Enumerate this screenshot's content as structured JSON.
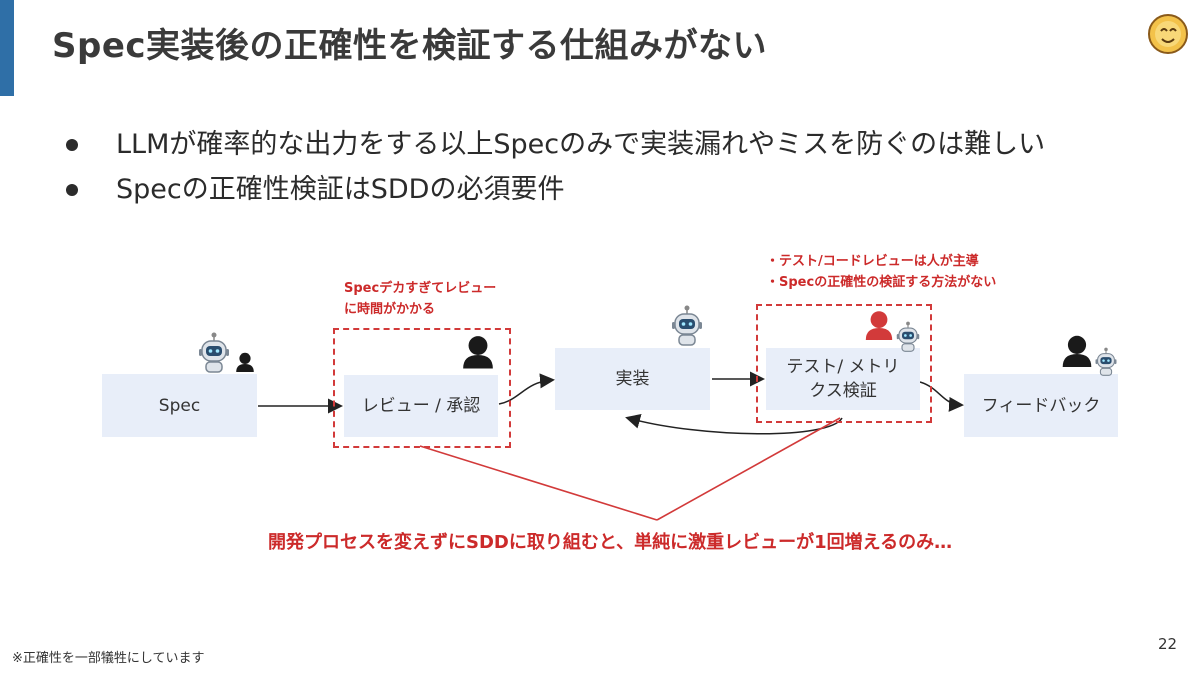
{
  "slide": {
    "title": "Spec実装後の正確性を検証する仕組みがない",
    "bullets": [
      "LLMが確率的な出力をする以上Specのみで実装漏れやミスを防ぐのは難しい",
      "Specの正確性検証はSDDの必須要件"
    ],
    "footnote": "※正確性を一部犠牲にしています",
    "page_number": "22"
  },
  "diagram": {
    "steps": [
      {
        "id": "spec",
        "label": "Spec"
      },
      {
        "id": "review",
        "label": "レビュー / 承認"
      },
      {
        "id": "impl",
        "label": "実装"
      },
      {
        "id": "test",
        "label": "テスト/ メトリクス検証"
      },
      {
        "id": "feedback",
        "label": "フィードバック"
      }
    ],
    "notes": {
      "review_note": [
        "Specデカすぎてレビュー",
        "に時間がかかる"
      ],
      "test_note": [
        "・テスト/コードレビューは人が主導",
        "・Specの正確性の検証する方法がない"
      ]
    },
    "conclusion": "開発プロセスを変えずにSDDに取り組むと、単純に激重レビューが1回増えるのみ…",
    "colors": {
      "accent": "#2f6fa7",
      "box_fill": "#e8eef9",
      "warning_red": "#cc2a2a",
      "person_dark": "#1a1a1a",
      "person_red": "#d23a3a"
    },
    "icons": [
      "robot-icon",
      "person-icon",
      "person-red-icon",
      "logo-icon"
    ]
  }
}
